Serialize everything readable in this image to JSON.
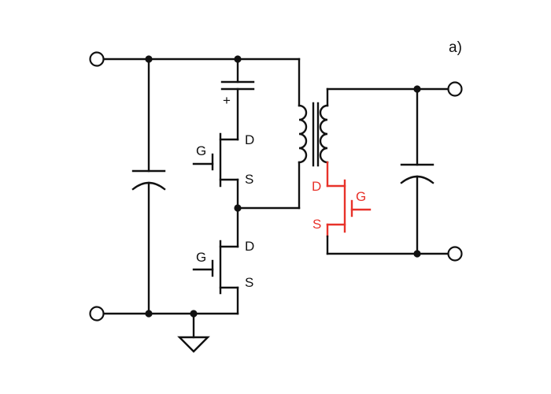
{
  "figure": {
    "panel_label": "a)"
  },
  "labels": {
    "cap_polarity": "+",
    "upper_mosfet": {
      "gate": "G",
      "drain": "D",
      "source": "S"
    },
    "lower_mosfet": {
      "gate": "G",
      "drain": "D",
      "source": "S"
    },
    "secondary_mosfet": {
      "drain": "D",
      "gate": "G",
      "source": "S"
    }
  },
  "colors": {
    "wire": "#111111",
    "highlight": "#e8322a",
    "background": "#ffffff"
  },
  "components": [
    "input-terminal-top",
    "input-terminal-bottom",
    "input-capacitor",
    "polarized-capacitor",
    "upper-mosfet",
    "lower-mosfet",
    "transformer",
    "secondary-mosfet",
    "output-capacitor",
    "output-terminal-top",
    "output-terminal-bottom",
    "ground-symbol"
  ]
}
